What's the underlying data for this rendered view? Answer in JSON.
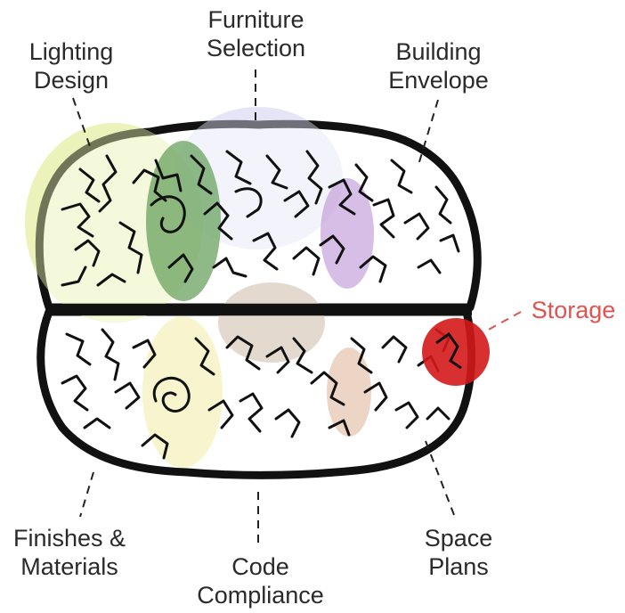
{
  "labels": {
    "lighting_design": {
      "line1": "Lighting",
      "line2": "Design"
    },
    "furniture_selection": {
      "line1": "Furniture",
      "line2": "Selection"
    },
    "building_envelope": {
      "line1": "Building",
      "line2": "Envelope"
    },
    "storage": {
      "text": "Storage"
    },
    "finishes_materials": {
      "line1": "Finishes &",
      "line2": "Materials"
    },
    "code_compliance": {
      "line1": "Code",
      "line2": "Compliance"
    },
    "space_plans": {
      "line1": "Space",
      "line2": "Plans"
    }
  },
  "colors": {
    "lighting": "#e9f2b0",
    "furniture": "#dcdcf4",
    "envelope": "#b488d2",
    "storage": "#d41a1a",
    "storage_label": "#e25350",
    "finishes": "#f3efad",
    "code": "#ccbaa8",
    "space": "#e6c3ad",
    "green_patch": "#5f9c55",
    "outline": "#111111"
  }
}
